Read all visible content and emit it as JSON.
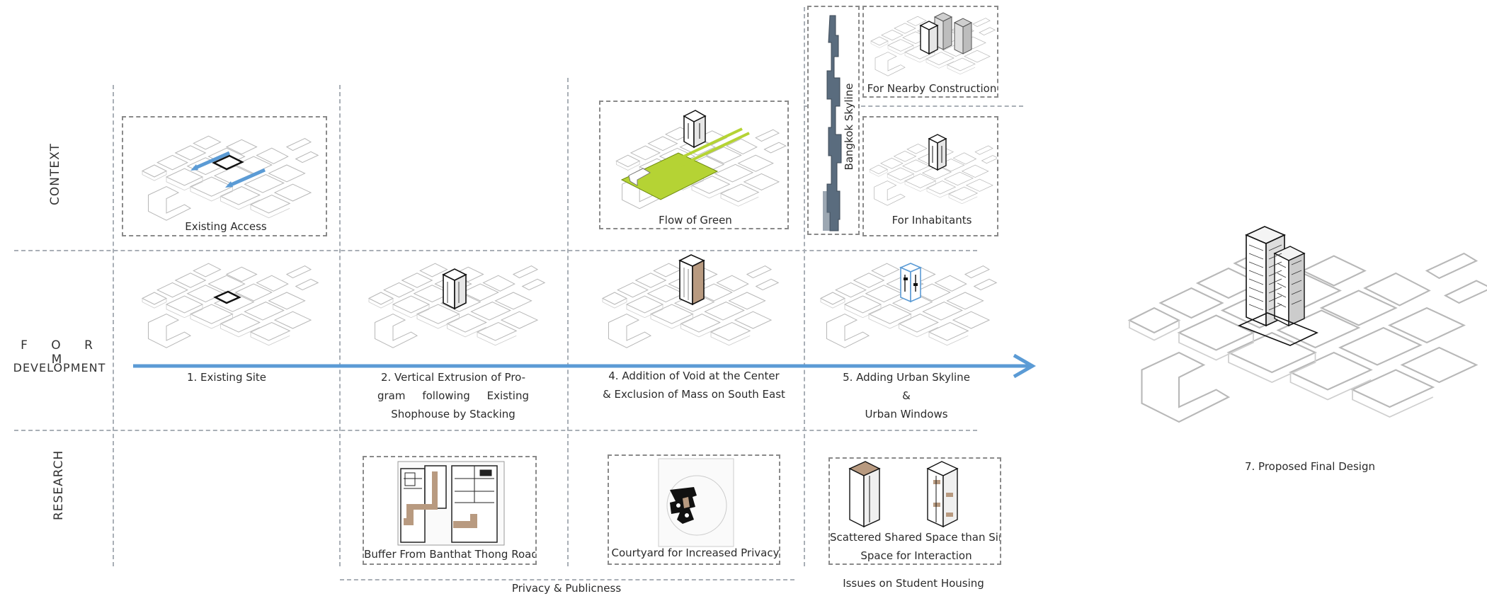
{
  "rows": {
    "context": "CONTEXT",
    "form_line1": "F  O  R  M",
    "form_line2": "DEVELOPMENT",
    "research": "RESEARCH"
  },
  "context": {
    "existing_access": "Existing Access",
    "flow_of_green": "Flow of Green",
    "bangkok_skyline": "Bangkok Skyline",
    "for_nearby_construction": "For Nearby Construction",
    "for_inhabitants": "For Inhabitants"
  },
  "form": {
    "step1": "1. Existing Site",
    "step2_l1": "2. Vertical Extrusion of Pro-",
    "step2_l2": "gram     following     Existing",
    "step2_l3": "Shophouse by Stacking",
    "step4_l1": "4. Addition of Void at the Center",
    "step4_l2": "& Exclusion of Mass on South East",
    "step5_l1": "5. Adding Urban Skyline",
    "step5_l2": "&",
    "step5_l3": "Urban Windows",
    "step7": "7. Proposed Final Design"
  },
  "research": {
    "buffer": "Buffer From Banthat Thong Road",
    "courtyard": "Courtyard for Increased Privacy",
    "scattered_l1": "Scattered Shared Space than Single",
    "scattered_l2": "Space for Interaction",
    "privacy_publicness": "Privacy & Publicness",
    "issues_student_housing": "Issues on Student Housing"
  },
  "colors": {
    "arrow": "#5b9bd5",
    "green": "#b5d334",
    "wood": "#b89a80",
    "skyline": "#5a6c7e",
    "grid": "#a9afb6"
  }
}
